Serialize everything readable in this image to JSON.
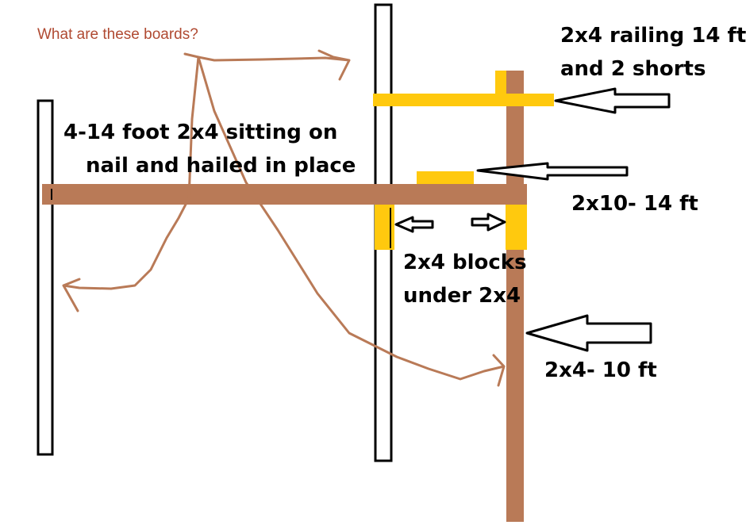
{
  "question": "What are these boards?",
  "labels": {
    "railing_line1": "2x4 railing 14 ft",
    "railing_line2": "and 2 shorts",
    "beam_line1": "4-14 foot 2x4 sitting on",
    "beam_line2": "nail and hailed in place",
    "board_2x10": "2x10- 14 ft",
    "blocks_line1": "2x4 blocks",
    "blocks_line2": "under 2x4",
    "post_2x4": "2x4- 10 ft"
  },
  "colors": {
    "brown": "#b97a57",
    "yellow": "#ffc90e",
    "question_text": "#b04a32"
  }
}
